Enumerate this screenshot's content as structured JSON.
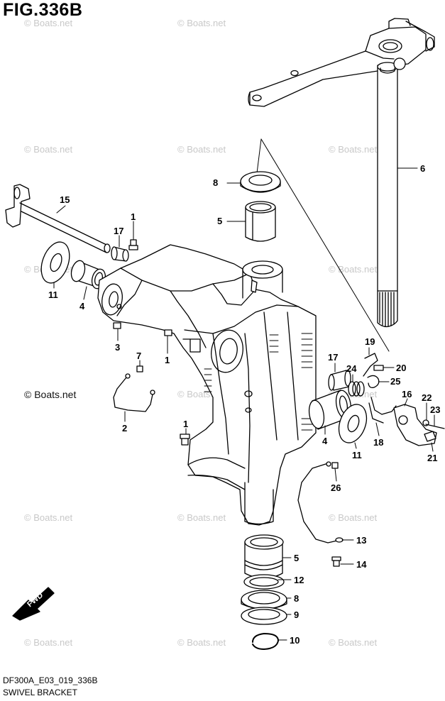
{
  "figure": {
    "title": "FIG.336B",
    "code": "DF300A_E03_019_336B",
    "name": "SWIVEL BRACKET",
    "copyright": "© Boats.net",
    "watermark": "© Boats.net",
    "fwd_label": "FWD"
  },
  "callouts": [
    {
      "id": "c6",
      "label": "6"
    },
    {
      "id": "c8a",
      "label": "8"
    },
    {
      "id": "c5a",
      "label": "5"
    },
    {
      "id": "c15",
      "label": "15"
    },
    {
      "id": "c1a",
      "label": "1"
    },
    {
      "id": "c17a",
      "label": "17"
    },
    {
      "id": "c11a",
      "label": "11"
    },
    {
      "id": "c4a",
      "label": "4"
    },
    {
      "id": "c3",
      "label": "3"
    },
    {
      "id": "c1b",
      "label": "1"
    },
    {
      "id": "c7",
      "label": "7"
    },
    {
      "id": "c2",
      "label": "2"
    },
    {
      "id": "c1c",
      "label": "1"
    },
    {
      "id": "c19",
      "label": "19"
    },
    {
      "id": "c20",
      "label": "20"
    },
    {
      "id": "c17b",
      "label": "17"
    },
    {
      "id": "c24",
      "label": "24"
    },
    {
      "id": "c25",
      "label": "25"
    },
    {
      "id": "c16",
      "label": "16"
    },
    {
      "id": "c22",
      "label": "22"
    },
    {
      "id": "c23",
      "label": "23"
    },
    {
      "id": "c4b",
      "label": "4"
    },
    {
      "id": "c11b",
      "label": "11"
    },
    {
      "id": "c18",
      "label": "18"
    },
    {
      "id": "c21",
      "label": "21"
    },
    {
      "id": "c26",
      "label": "26"
    },
    {
      "id": "c13",
      "label": "13"
    },
    {
      "id": "c14",
      "label": "14"
    },
    {
      "id": "c5b",
      "label": "5"
    },
    {
      "id": "c12",
      "label": "12"
    },
    {
      "id": "c8b",
      "label": "8"
    },
    {
      "id": "c9",
      "label": "9"
    },
    {
      "id": "c10",
      "label": "10"
    }
  ]
}
